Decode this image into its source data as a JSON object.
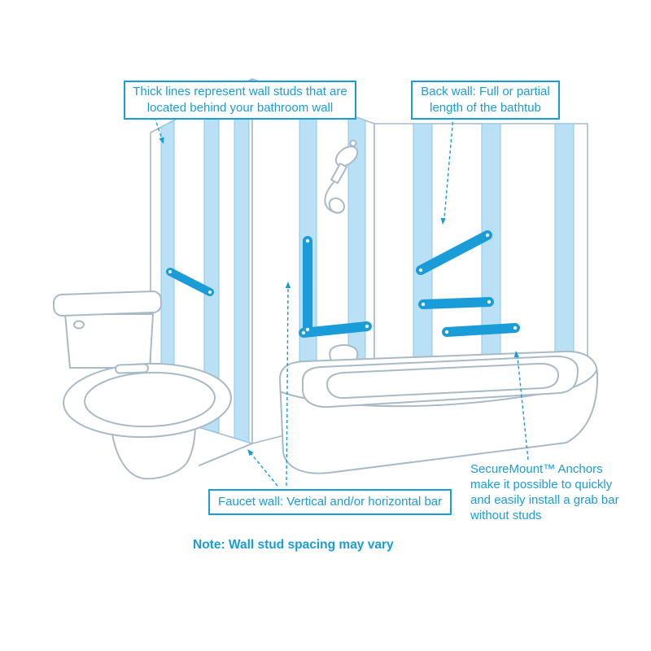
{
  "colors": {
    "accent": "#1a9cd8",
    "stud_fill": "#b9e0f4",
    "stud_edge": "#8ac8ea",
    "fixture_line": "#a8bac6",
    "background": "#ffffff"
  },
  "callouts": {
    "wall_studs": "Thick lines represent wall studs that are located behind your bathroom wall",
    "back_wall": "Back wall: Full or partial length of the bathtub",
    "faucet_wall": "Faucet wall: Vertical and/or horizontal bar",
    "securemount": "SecureMount™ Anchors make it possible to quickly and easily install a grab bar without studs",
    "note": "Note: Wall stud spacing may vary"
  }
}
